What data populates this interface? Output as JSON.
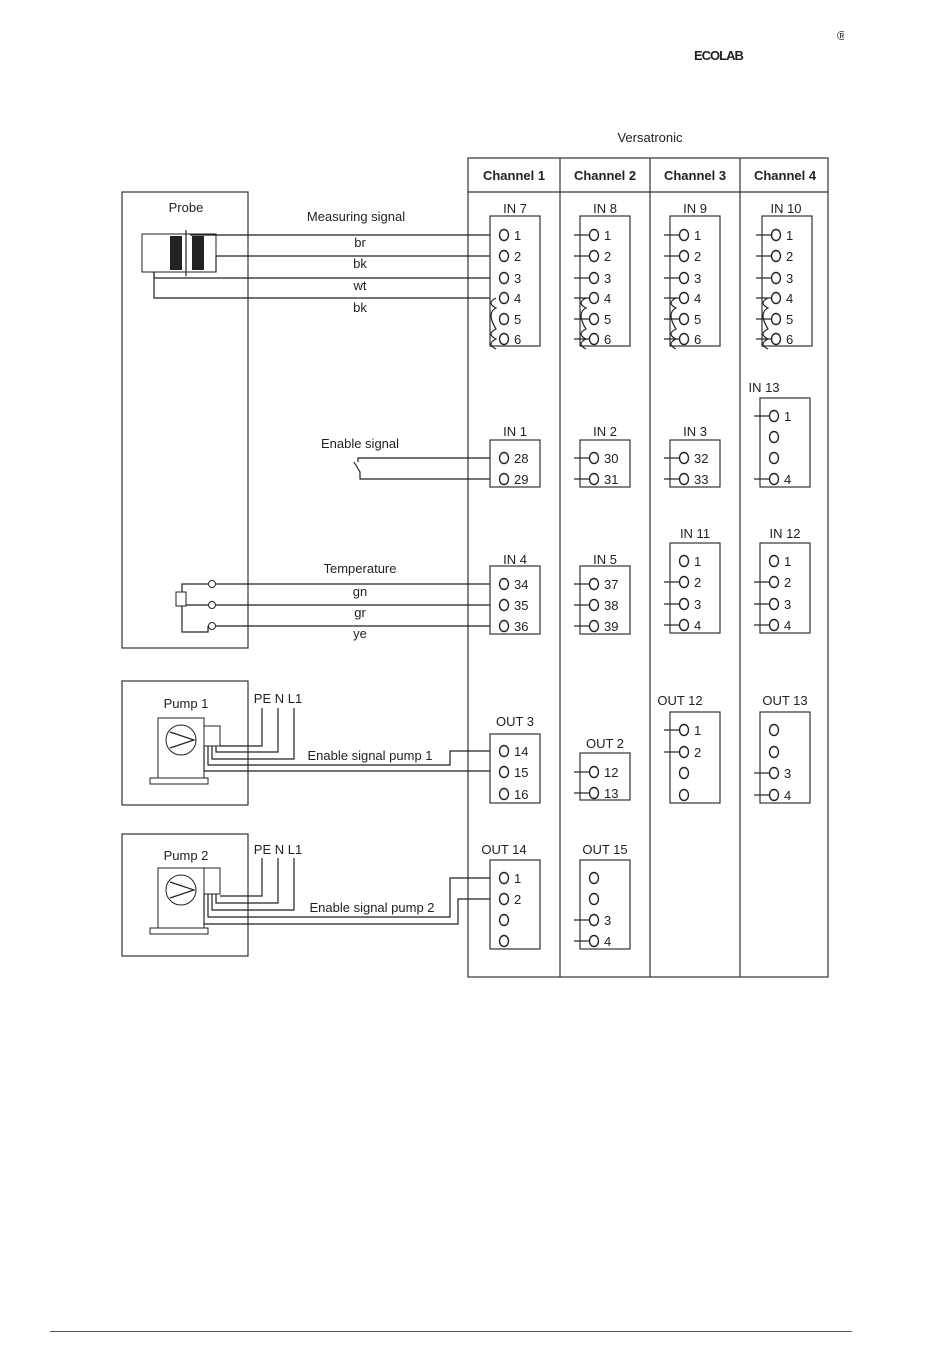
{
  "brand": {
    "logo_text": "ECOLAB",
    "reg_mark": "®",
    "color": "#1a5aa8"
  },
  "diagram": {
    "title": "Versatronic",
    "channels": [
      "Channel 1",
      "Channel 2",
      "Channel 3",
      "Channel 4"
    ],
    "probe": {
      "label": "Probe"
    },
    "pump1": {
      "label": "Pump 1",
      "power": "PE N L1",
      "enable": "Enable signal pump 1"
    },
    "pump2": {
      "label": "Pump 2",
      "power": "PE N L1",
      "enable": "Enable signal pump 2"
    },
    "wire_labels": {
      "measuring": "Measuring signal",
      "measuring_colors": [
        "br",
        "bk",
        "wt",
        "bk"
      ],
      "enable": "Enable signal",
      "temperature": "Temperature",
      "temperature_colors": [
        "gn",
        "gr",
        "ye"
      ]
    },
    "terminal_blocks": [
      {
        "id": "in7",
        "label": "IN 7",
        "pins": [
          "1",
          "2",
          "3",
          "4",
          "5",
          "6"
        ]
      },
      {
        "id": "in8",
        "label": "IN 8",
        "pins": [
          "1",
          "2",
          "3",
          "4",
          "5",
          "6"
        ]
      },
      {
        "id": "in9",
        "label": "IN 9",
        "pins": [
          "1",
          "2",
          "3",
          "4",
          "5",
          "6"
        ]
      },
      {
        "id": "in10",
        "label": "IN 10",
        "pins": [
          "1",
          "2",
          "3",
          "4",
          "5",
          "6"
        ]
      },
      {
        "id": "in13",
        "label": "IN 13",
        "pins": [
          "1",
          "",
          "",
          "4"
        ]
      },
      {
        "id": "in1",
        "label": "IN 1",
        "pins": [
          "28",
          "29"
        ]
      },
      {
        "id": "in2",
        "label": "IN 2",
        "pins": [
          "30",
          "31"
        ]
      },
      {
        "id": "in3",
        "label": "IN 3",
        "pins": [
          "32",
          "33"
        ]
      },
      {
        "id": "in11",
        "label": "IN 11",
        "pins": [
          "1",
          "2",
          "3",
          "4"
        ]
      },
      {
        "id": "in12",
        "label": "IN 12",
        "pins": [
          "1",
          "2",
          "3",
          "4"
        ]
      },
      {
        "id": "in4",
        "label": "IN 4",
        "pins": [
          "34",
          "35",
          "36"
        ]
      },
      {
        "id": "in5",
        "label": "IN 5",
        "pins": [
          "37",
          "38",
          "39"
        ]
      },
      {
        "id": "out12",
        "label": "OUT 12",
        "pins": [
          "1",
          "2",
          "",
          ""
        ]
      },
      {
        "id": "out13",
        "label": "OUT 13",
        "pins": [
          "",
          "",
          "3",
          "4"
        ]
      },
      {
        "id": "out3",
        "label": "OUT 3",
        "pins": [
          "14",
          "15",
          "16"
        ]
      },
      {
        "id": "out2",
        "label": "OUT 2",
        "pins": [
          "12",
          "13"
        ]
      },
      {
        "id": "out14",
        "label": "OUT 14",
        "pins": [
          "1",
          "2",
          "",
          ""
        ]
      },
      {
        "id": "out15",
        "label": "OUT 15",
        "pins": [
          "",
          "",
          "3",
          "4"
        ]
      }
    ]
  }
}
